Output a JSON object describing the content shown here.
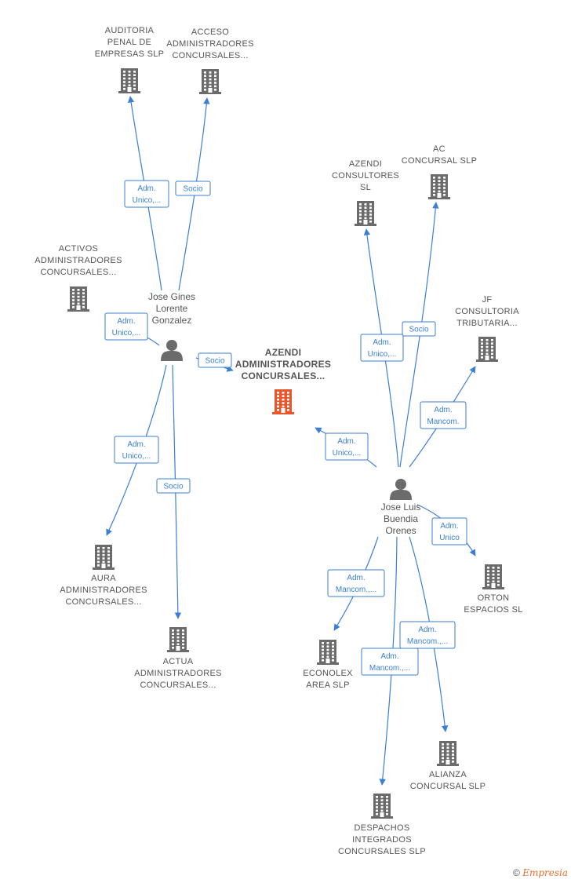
{
  "center_company": {
    "lines": [
      "AZENDI",
      "ADMINISTRADORES",
      "CONCURSALES..."
    ]
  },
  "persons": {
    "p1": {
      "lines": [
        "Jose Gines",
        "Lorente",
        "Gonzalez"
      ]
    },
    "p2": {
      "lines": [
        "Jose Luis",
        "Buendia",
        "Orenes"
      ]
    }
  },
  "companies": [
    {
      "id": "auditoria",
      "lines": [
        "AUDITORIA",
        "PENAL DE",
        "EMPRESAS  SLP"
      ]
    },
    {
      "id": "acceso",
      "lines": [
        "ACCESO",
        "ADMINISTRADORES",
        "CONCURSALES..."
      ]
    },
    {
      "id": "activos",
      "lines": [
        "ACTIVOS",
        "ADMINISTRADORES",
        "CONCURSALES..."
      ]
    },
    {
      "id": "aura",
      "lines": [
        "AURA",
        "ADMINISTRADORES",
        "CONCURSALES..."
      ]
    },
    {
      "id": "actua",
      "lines": [
        "ACTUA",
        "ADMINISTRADORES",
        "CONCURSALES..."
      ]
    },
    {
      "id": "azendi_consultores",
      "lines": [
        "AZENDI",
        "CONSULTORES",
        "SL"
      ]
    },
    {
      "id": "ac_concursal",
      "lines": [
        "AC",
        "CONCURSAL SLP"
      ]
    },
    {
      "id": "jf_consultoria",
      "lines": [
        "JF",
        "CONSULTORIA",
        "TRIBUTARIA..."
      ]
    },
    {
      "id": "orton",
      "lines": [
        "ORTON",
        "ESPACIOS  SL"
      ]
    },
    {
      "id": "econolex",
      "lines": [
        "ECONOLEX",
        "AREA  SLP"
      ]
    },
    {
      "id": "alianza",
      "lines": [
        "ALIANZA",
        "CONCURSAL SLP"
      ]
    },
    {
      "id": "despachos",
      "lines": [
        "DESPACHOS",
        "INTEGRADOS",
        "CONCURSALES SLP"
      ]
    }
  ],
  "edges": [
    {
      "id": "e1",
      "lines": [
        "Adm.",
        "Unico,..."
      ]
    },
    {
      "id": "e2",
      "lines": [
        "Socio"
      ]
    },
    {
      "id": "e3",
      "lines": [
        "Adm.",
        "Unico,..."
      ]
    },
    {
      "id": "e4",
      "lines": [
        "Socio"
      ]
    },
    {
      "id": "e5",
      "lines": [
        "Adm.",
        "Unico,..."
      ]
    },
    {
      "id": "e6",
      "lines": [
        "Socio"
      ]
    },
    {
      "id": "e7",
      "lines": [
        "Adm.",
        "Unico,..."
      ]
    },
    {
      "id": "e8",
      "lines": [
        "Socio"
      ]
    },
    {
      "id": "e9",
      "lines": [
        "Adm.",
        "Mancom."
      ]
    },
    {
      "id": "e10",
      "lines": [
        "Adm.",
        "Unico,..."
      ]
    },
    {
      "id": "e11",
      "lines": [
        "Adm.",
        "Unico"
      ]
    },
    {
      "id": "e12",
      "lines": [
        "Adm.",
        "Mancom.,..."
      ]
    },
    {
      "id": "e13",
      "lines": [
        "Adm.",
        "Mancom.,..."
      ]
    },
    {
      "id": "e14",
      "lines": [
        "Adm.",
        "Mancom.,..."
      ]
    }
  ],
  "colors": {
    "edge": "#3a7fd5",
    "building": "#6b6b6b",
    "center_building": "#e8562a"
  },
  "footer": {
    "copyright": "©",
    "brand": "Empresia"
  }
}
